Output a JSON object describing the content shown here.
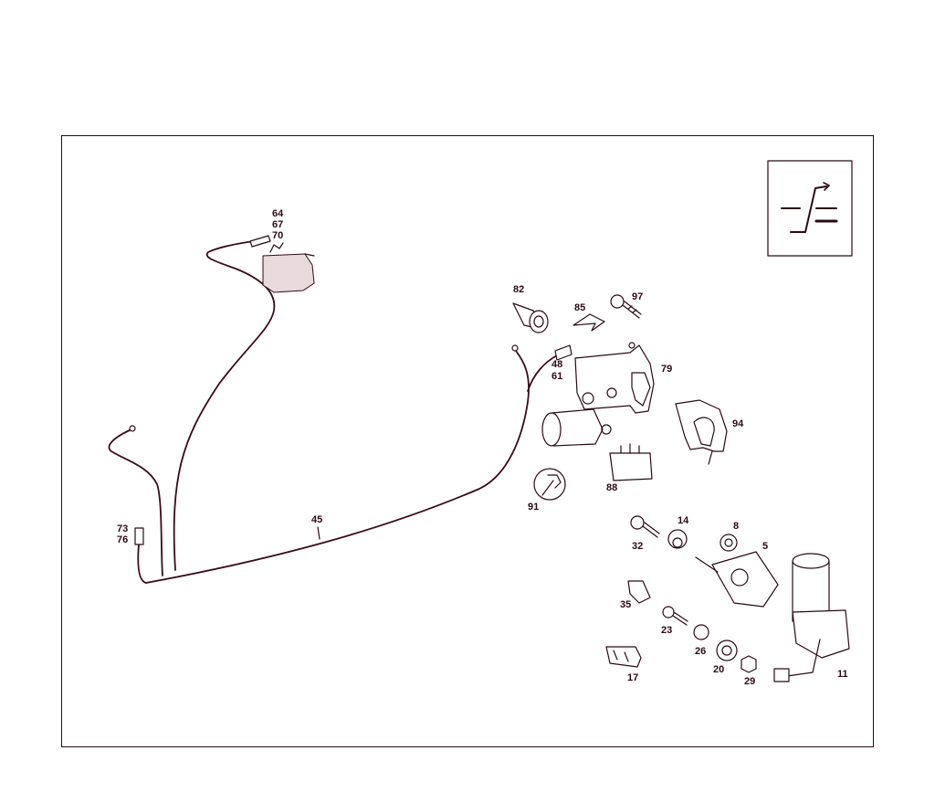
{
  "labels": {
    "p64": "64",
    "p67": "67",
    "p70": "70",
    "p82": "82",
    "p85": "85",
    "p97": "97",
    "p48": "48",
    "p61": "61",
    "p79": "79",
    "p94": "94",
    "p91": "91",
    "p88": "88",
    "p73": "73",
    "p76": "76",
    "p45": "45",
    "p32": "32",
    "p14": "14",
    "p8": "8",
    "p5": "5",
    "p35": "35",
    "p23": "23",
    "p26": "26",
    "p20": "20",
    "p29": "29",
    "p17": "17",
    "p11": "11"
  },
  "colors": {
    "ink": "#2a0a14",
    "wire": "#3a0a18",
    "shade": "#e9d9dd"
  },
  "icons": {
    "legend": "transition-step-icon",
    "service": "wrench-icon"
  }
}
